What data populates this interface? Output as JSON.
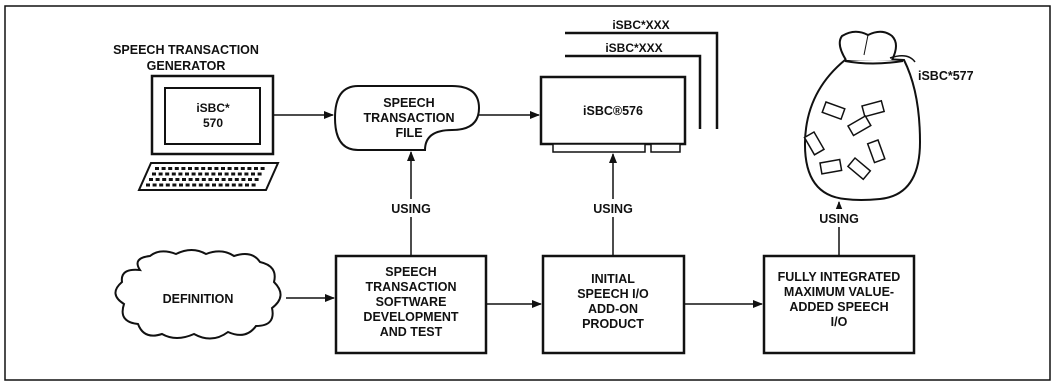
{
  "generator": {
    "title_line1": "SPEECH TRANSACTION",
    "title_line2": "GENERATOR",
    "screen_line1": "iSBC*",
    "screen_line2": "570"
  },
  "file": {
    "line1": "SPEECH",
    "line2": "TRANSACTION",
    "line3": "FILE"
  },
  "boards": {
    "back1": "iSBC*XXX",
    "back2": "iSBC*XXX",
    "front": "iSBC®576"
  },
  "bag": {
    "label": "iSBC*577"
  },
  "definition": {
    "label": "DEFINITION"
  },
  "boxes": {
    "dev": [
      "SPEECH",
      "TRANSACTION",
      "SOFTWARE",
      "DEVELOPMENT",
      "AND TEST"
    ],
    "initial": [
      "INITIAL",
      "SPEECH I/O",
      "ADD-ON",
      "PRODUCT"
    ],
    "full": [
      "FULLY INTEGRATED",
      "MAXIMUM VALUE-",
      "ADDED SPEECH",
      "I/O"
    ]
  },
  "using_labels": [
    "USING",
    "USING",
    "USING"
  ]
}
